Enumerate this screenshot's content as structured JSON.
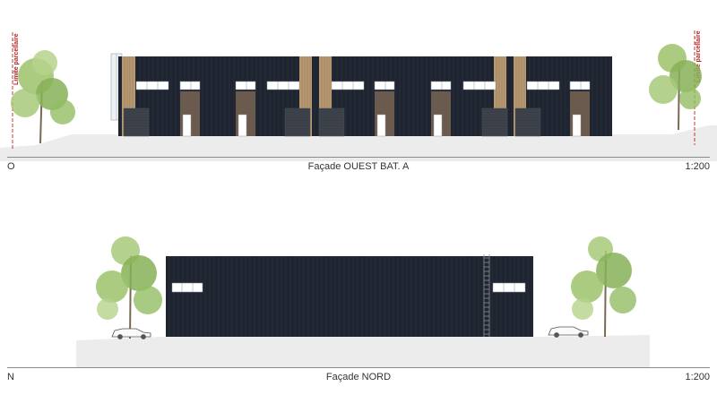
{
  "drawings": [
    {
      "orientation": "O",
      "title": "Façade OUEST BAT. A",
      "scale": "1:200",
      "boundary_label": "Limite parcellaire"
    },
    {
      "orientation": "N",
      "title": "Façade NORD",
      "scale": "1:200"
    }
  ],
  "colors": {
    "cladding": "#1f2530",
    "wood": "#b89a72",
    "door_brown": "#6b5a4e",
    "door_gray": "#3a3f47",
    "ground": "#e9e9e9",
    "boundary": "#c0392b"
  }
}
